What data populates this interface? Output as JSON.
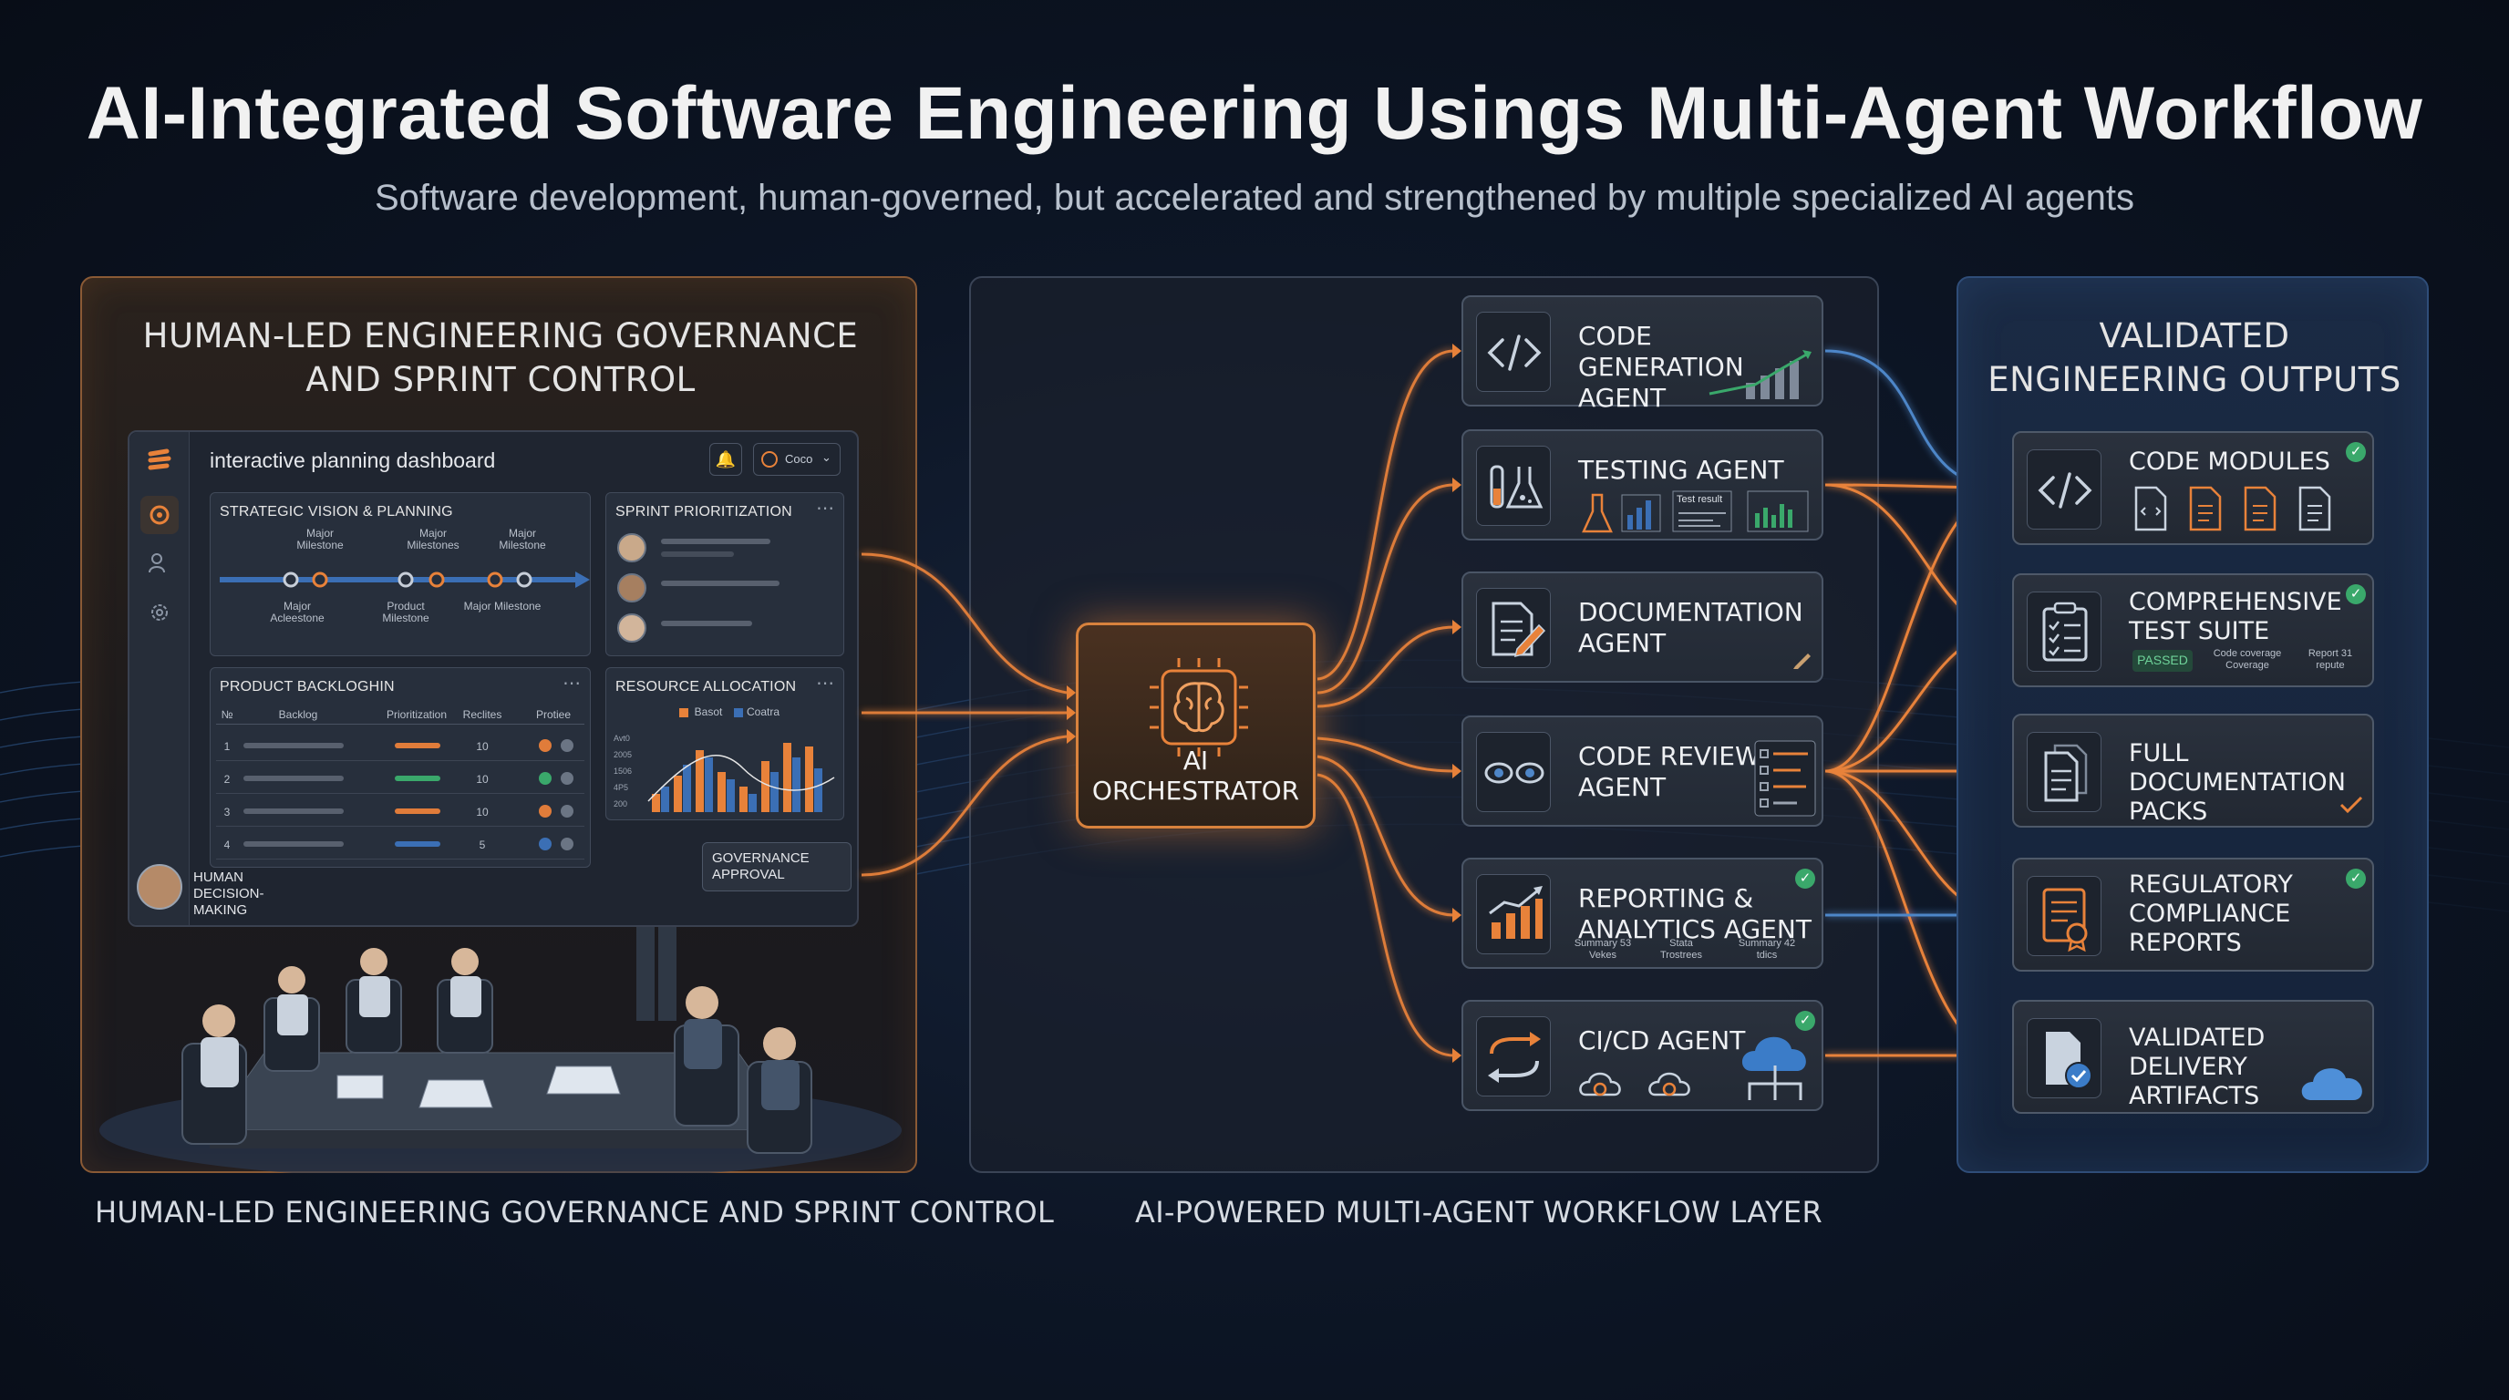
{
  "title": "AI-Integrated Software Engineering Usings Multi-Agent Workflow",
  "subtitle": "Software development, human-governed, but accelerated and strengthened by multiple specialized AI agents",
  "human_panel": {
    "heading": "HUMAN-LED ENGINEERING GOVERNANCE AND SPRINT CONTROL",
    "caption": "HUMAN-LED ENGINEERING GOVERNANCE AND SPRINT CONTROL",
    "dashboard": {
      "title": "interactive planning dashboard",
      "user_menu": "Coco",
      "strategic": {
        "label": "STRATEGIC VISION & PLANNING",
        "top_milestones": [
          "Major Milestone",
          "Major Milestones",
          "Major Milestone"
        ],
        "bottom_milestones": [
          "Major Acleestone",
          "Product Milestone",
          "Major Milestone"
        ]
      },
      "sprint": {
        "label": "SPRINT PRIORITIZATION"
      },
      "backlog": {
        "label": "PRODUCT BACKLOGHIN",
        "headers": [
          "№",
          "Backlog",
          "Prioritization",
          "Reclites",
          "Protiee"
        ],
        "rows": [
          {
            "n": "1",
            "value": "10",
            "accent": "#e07c3a"
          },
          {
            "n": "2",
            "value": "10",
            "accent": "#3aa86b"
          },
          {
            "n": "3",
            "value": "10",
            "accent": "#e07c3a"
          },
          {
            "n": "4",
            "value": "5",
            "accent": "#3b6fb5"
          }
        ]
      },
      "resource": {
        "label": "RESOURCE ALLOCATION",
        "legend": [
          "Basot",
          "Coatra"
        ],
        "y_ticks": [
          "Avt0",
          "2005",
          "1506",
          "4P5",
          "200"
        ],
        "bars_orange": [
          0.25,
          0.5,
          0.85,
          0.55,
          0.35,
          0.7,
          0.95,
          0.9
        ],
        "bars_blue": [
          0.35,
          0.65,
          0.75,
          0.45,
          0.25,
          0.55,
          0.75,
          0.6
        ]
      },
      "human_badge": "HUMAN DECISION-MAKING",
      "governance_badge": "GOVERNANCE APPROVAL"
    }
  },
  "ai_panel": {
    "caption": "AI-POWERED MULTI-AGENT WORKFLOW LAYER",
    "orchestrator": "AI ORCHESTRATOR",
    "agents": [
      {
        "label": "CODE GENERATION\nAGENT",
        "icon": "code-icon",
        "checked": false
      },
      {
        "label": "TESTING AGENT",
        "icon": "flask-icon",
        "checked": false,
        "extra": "Test result"
      },
      {
        "label": "DOCUMENTATION\nAGENT",
        "icon": "document-pen-icon",
        "checked": false
      },
      {
        "label": "CODE REVIEW\nAGENT",
        "icon": "eyes-icon",
        "checked": false
      },
      {
        "label": "REPORTING &\nANALYTICS AGENT",
        "icon": "bar-chart-icon",
        "checked": true,
        "extras": [
          "Summary 53 Vekes",
          "Stata Trostrees",
          "Summary 42 tdics"
        ]
      },
      {
        "label": "CI/CD AGENT",
        "icon": "sync-arrows-icon",
        "checked": true
      }
    ]
  },
  "output_panel": {
    "heading": "VALIDATED ENGINEERING OUTPUTS",
    "outputs": [
      {
        "label": "CODE MODULES",
        "icon": "code-icon",
        "checked": true
      },
      {
        "label": "COMPREHENSIVE\nTEST SUITE",
        "icon": "clipboard-checklist-icon",
        "checked": true,
        "extras": [
          "PASSED",
          "Code coverage Coverage",
          "Report 31 repute"
        ]
      },
      {
        "label": "FULL DOCUMENTATION\nPACKS",
        "icon": "documents-stack-icon",
        "checked": false
      },
      {
        "label": "REGULATORY\nCOMPLIANCE\nREPORTS",
        "icon": "certificate-icon",
        "checked": true
      },
      {
        "label": "VALIDATED DELIVERY\nARTIFACTS",
        "icon": "verified-file-icon",
        "checked": false
      }
    ]
  },
  "colors": {
    "flow_orange": "#e8823a",
    "flow_blue": "#4e86c8",
    "check_green": "#3aa86b"
  }
}
